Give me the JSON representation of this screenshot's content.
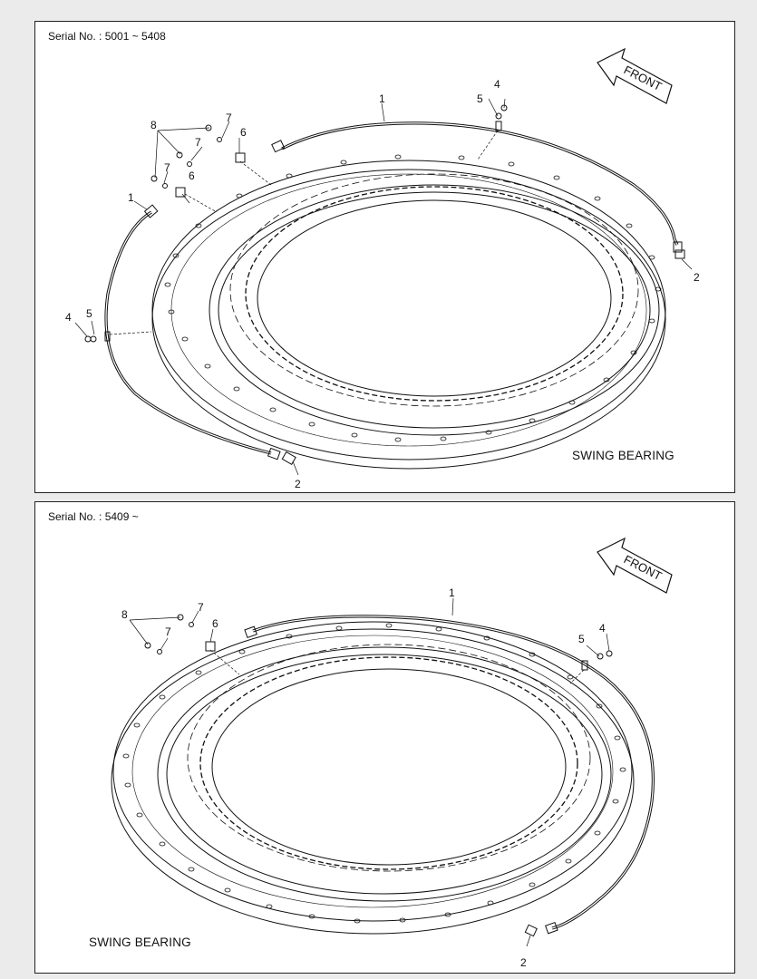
{
  "panels": [
    {
      "serial": "Serial No. : 5001 ~ 5408",
      "title": "SWING BEARING",
      "front_label": "FRONT",
      "callouts": [
        "1",
        "1",
        "2",
        "2",
        "4",
        "4",
        "5",
        "5",
        "6",
        "6",
        "7",
        "7",
        "7",
        "8"
      ]
    },
    {
      "serial": "Serial No. : 5409 ~",
      "title": "SWING BEARING",
      "front_label": "FRONT",
      "callouts": [
        "1",
        "2",
        "4",
        "5",
        "6",
        "7",
        "7",
        "8"
      ]
    }
  ]
}
